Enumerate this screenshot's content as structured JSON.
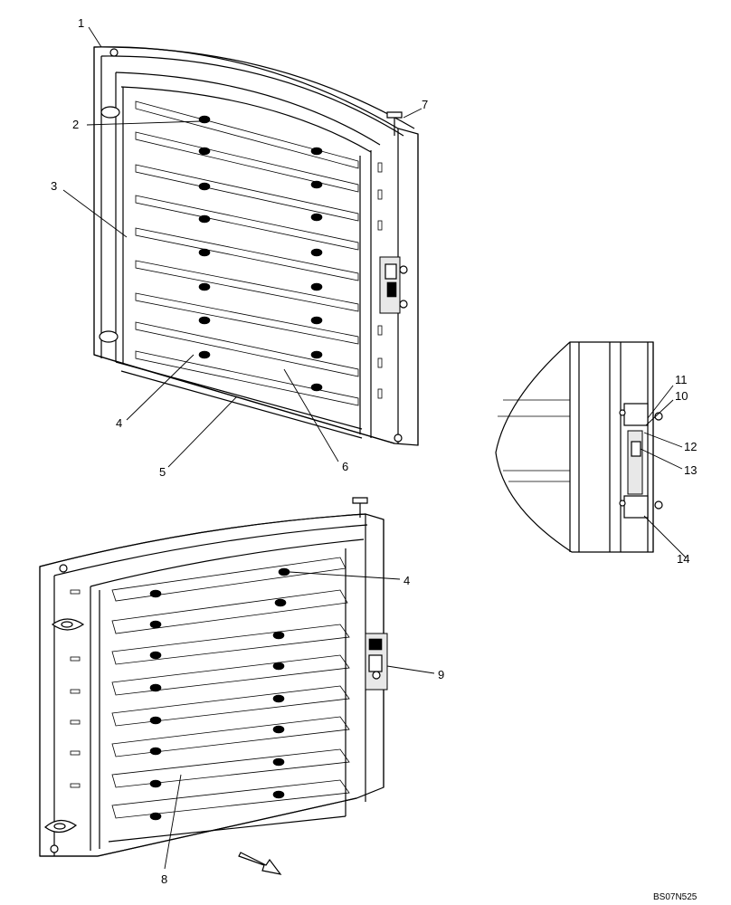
{
  "callouts": {
    "c1": "1",
    "c2": "2",
    "c3": "3",
    "c4a": "4",
    "c5": "5",
    "c6": "6",
    "c7": "7",
    "c4b": "4",
    "c8": "8",
    "c9": "9",
    "c10": "10",
    "c11": "11",
    "c12": "12",
    "c13": "13",
    "c14": "14"
  },
  "drawing_code": "BS07N525",
  "icons": {
    "direction": "arrow-direction-icon"
  }
}
